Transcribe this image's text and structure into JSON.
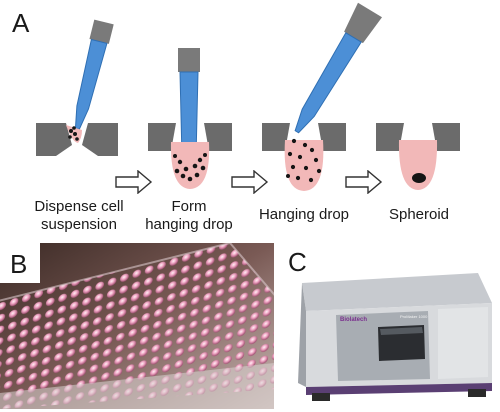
{
  "panels": {
    "a": {
      "letter": "A",
      "steps": [
        {
          "caption_lines": [
            "Dispense cell",
            "suspension"
          ]
        },
        {
          "caption_lines": [
            "Form",
            "hanging drop"
          ]
        },
        {
          "caption_lines": [
            "Hanging drop"
          ]
        },
        {
          "caption_lines": [
            "Spheroid"
          ]
        }
      ]
    },
    "b": {
      "letter": "B"
    },
    "c": {
      "letter": "C",
      "brand_logo_text": "Biolatech",
      "instrument_model_text": "ProMaker 1000"
    }
  },
  "colors": {
    "plate_gray": "#6b6b6b",
    "pipette_blue": "#4c8fd6",
    "tip_gray": "#7a7a7a",
    "drop_pink": "#f2b8b8",
    "cell_dark": "#151515",
    "arrow_outline": "#333333"
  }
}
